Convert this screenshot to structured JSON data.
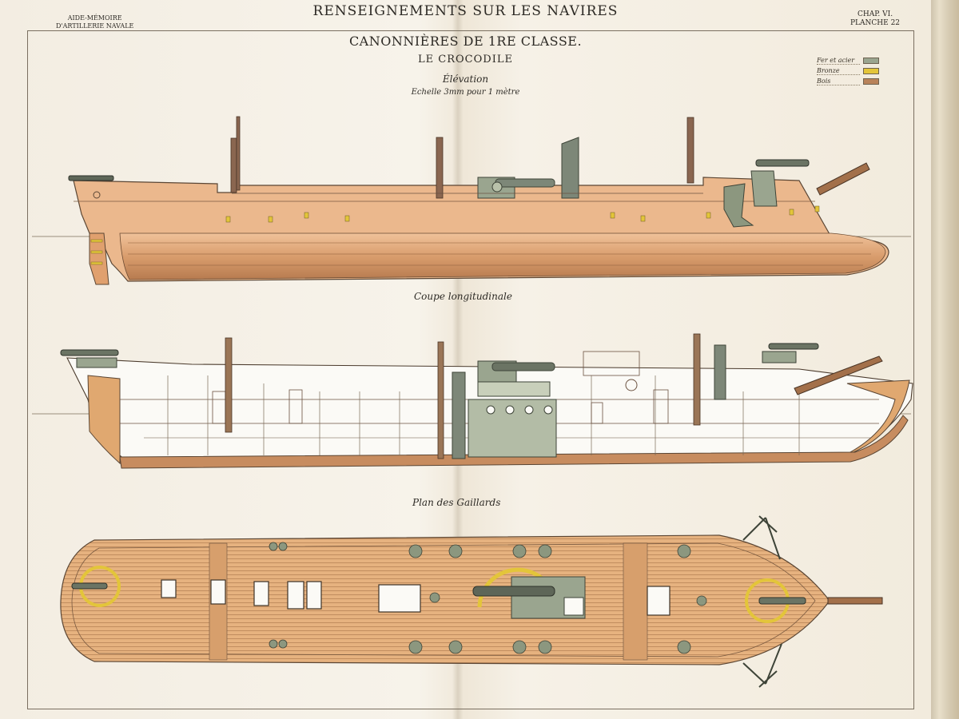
{
  "header": {
    "title": "RENSEIGNEMENTS SUR LES NAVIRES",
    "left_line1": "AIDE-MÉMOIRE",
    "left_line2": "D'ARTILLERIE NAVALE",
    "right_line1": "CHAP. VI.",
    "right_line2": "PLANCHE 22"
  },
  "title": "CANONNIÈRES DE 1RE CLASSE.",
  "ship_name": "LE CROCODILE",
  "views": {
    "elevation": "Élévation",
    "section": "Coupe longitudinale",
    "deck_plan": "Plan des Gaillards"
  },
  "scale": "Echelle 3mm pour 1 mètre",
  "legend": [
    {
      "label": "Fer et acier",
      "color": "#9aa58f"
    },
    {
      "label": "Bronze",
      "color": "#e3c53a"
    },
    {
      "label": "Bois",
      "color": "#b9835a"
    }
  ],
  "colors": {
    "hull": "#e8b488",
    "hull_dark": "#a8714a",
    "deck_wood": "#e5b07f",
    "iron": "#9aa58f",
    "bronze": "#e3c53a",
    "ink": "#3b3328"
  }
}
